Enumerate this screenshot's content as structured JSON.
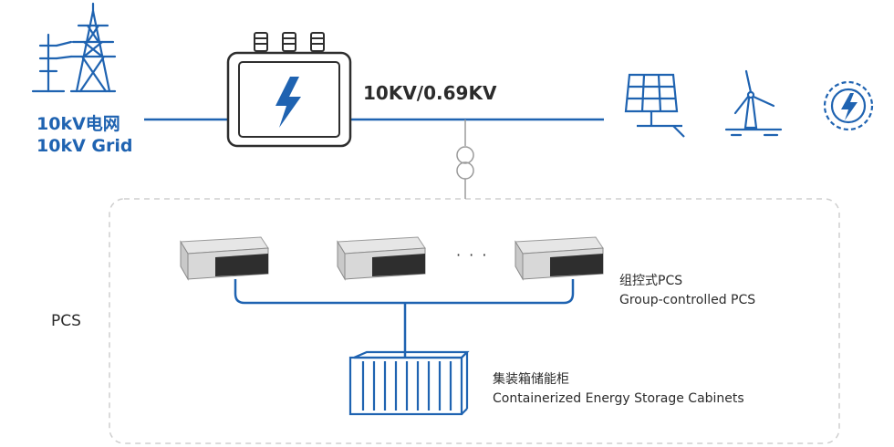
{
  "grid": {
    "label_zh": "10kV电网",
    "label_en": "10kV Grid"
  },
  "transformer": {
    "ratio": "10KV/0.69KV"
  },
  "pcs_area": {
    "label": "PCS"
  },
  "pcs_group": {
    "label_zh": "组控式PCS",
    "label_en": "Group-controlled PCS",
    "ellipsis": "· · ·"
  },
  "storage": {
    "label_zh": "集装箱储能柜",
    "label_en": "Containerized Energy Storage Cabinets"
  },
  "colors": {
    "accent": "#1f63b1",
    "device": "#2e2e2e",
    "frame": "#cfcfcf"
  }
}
